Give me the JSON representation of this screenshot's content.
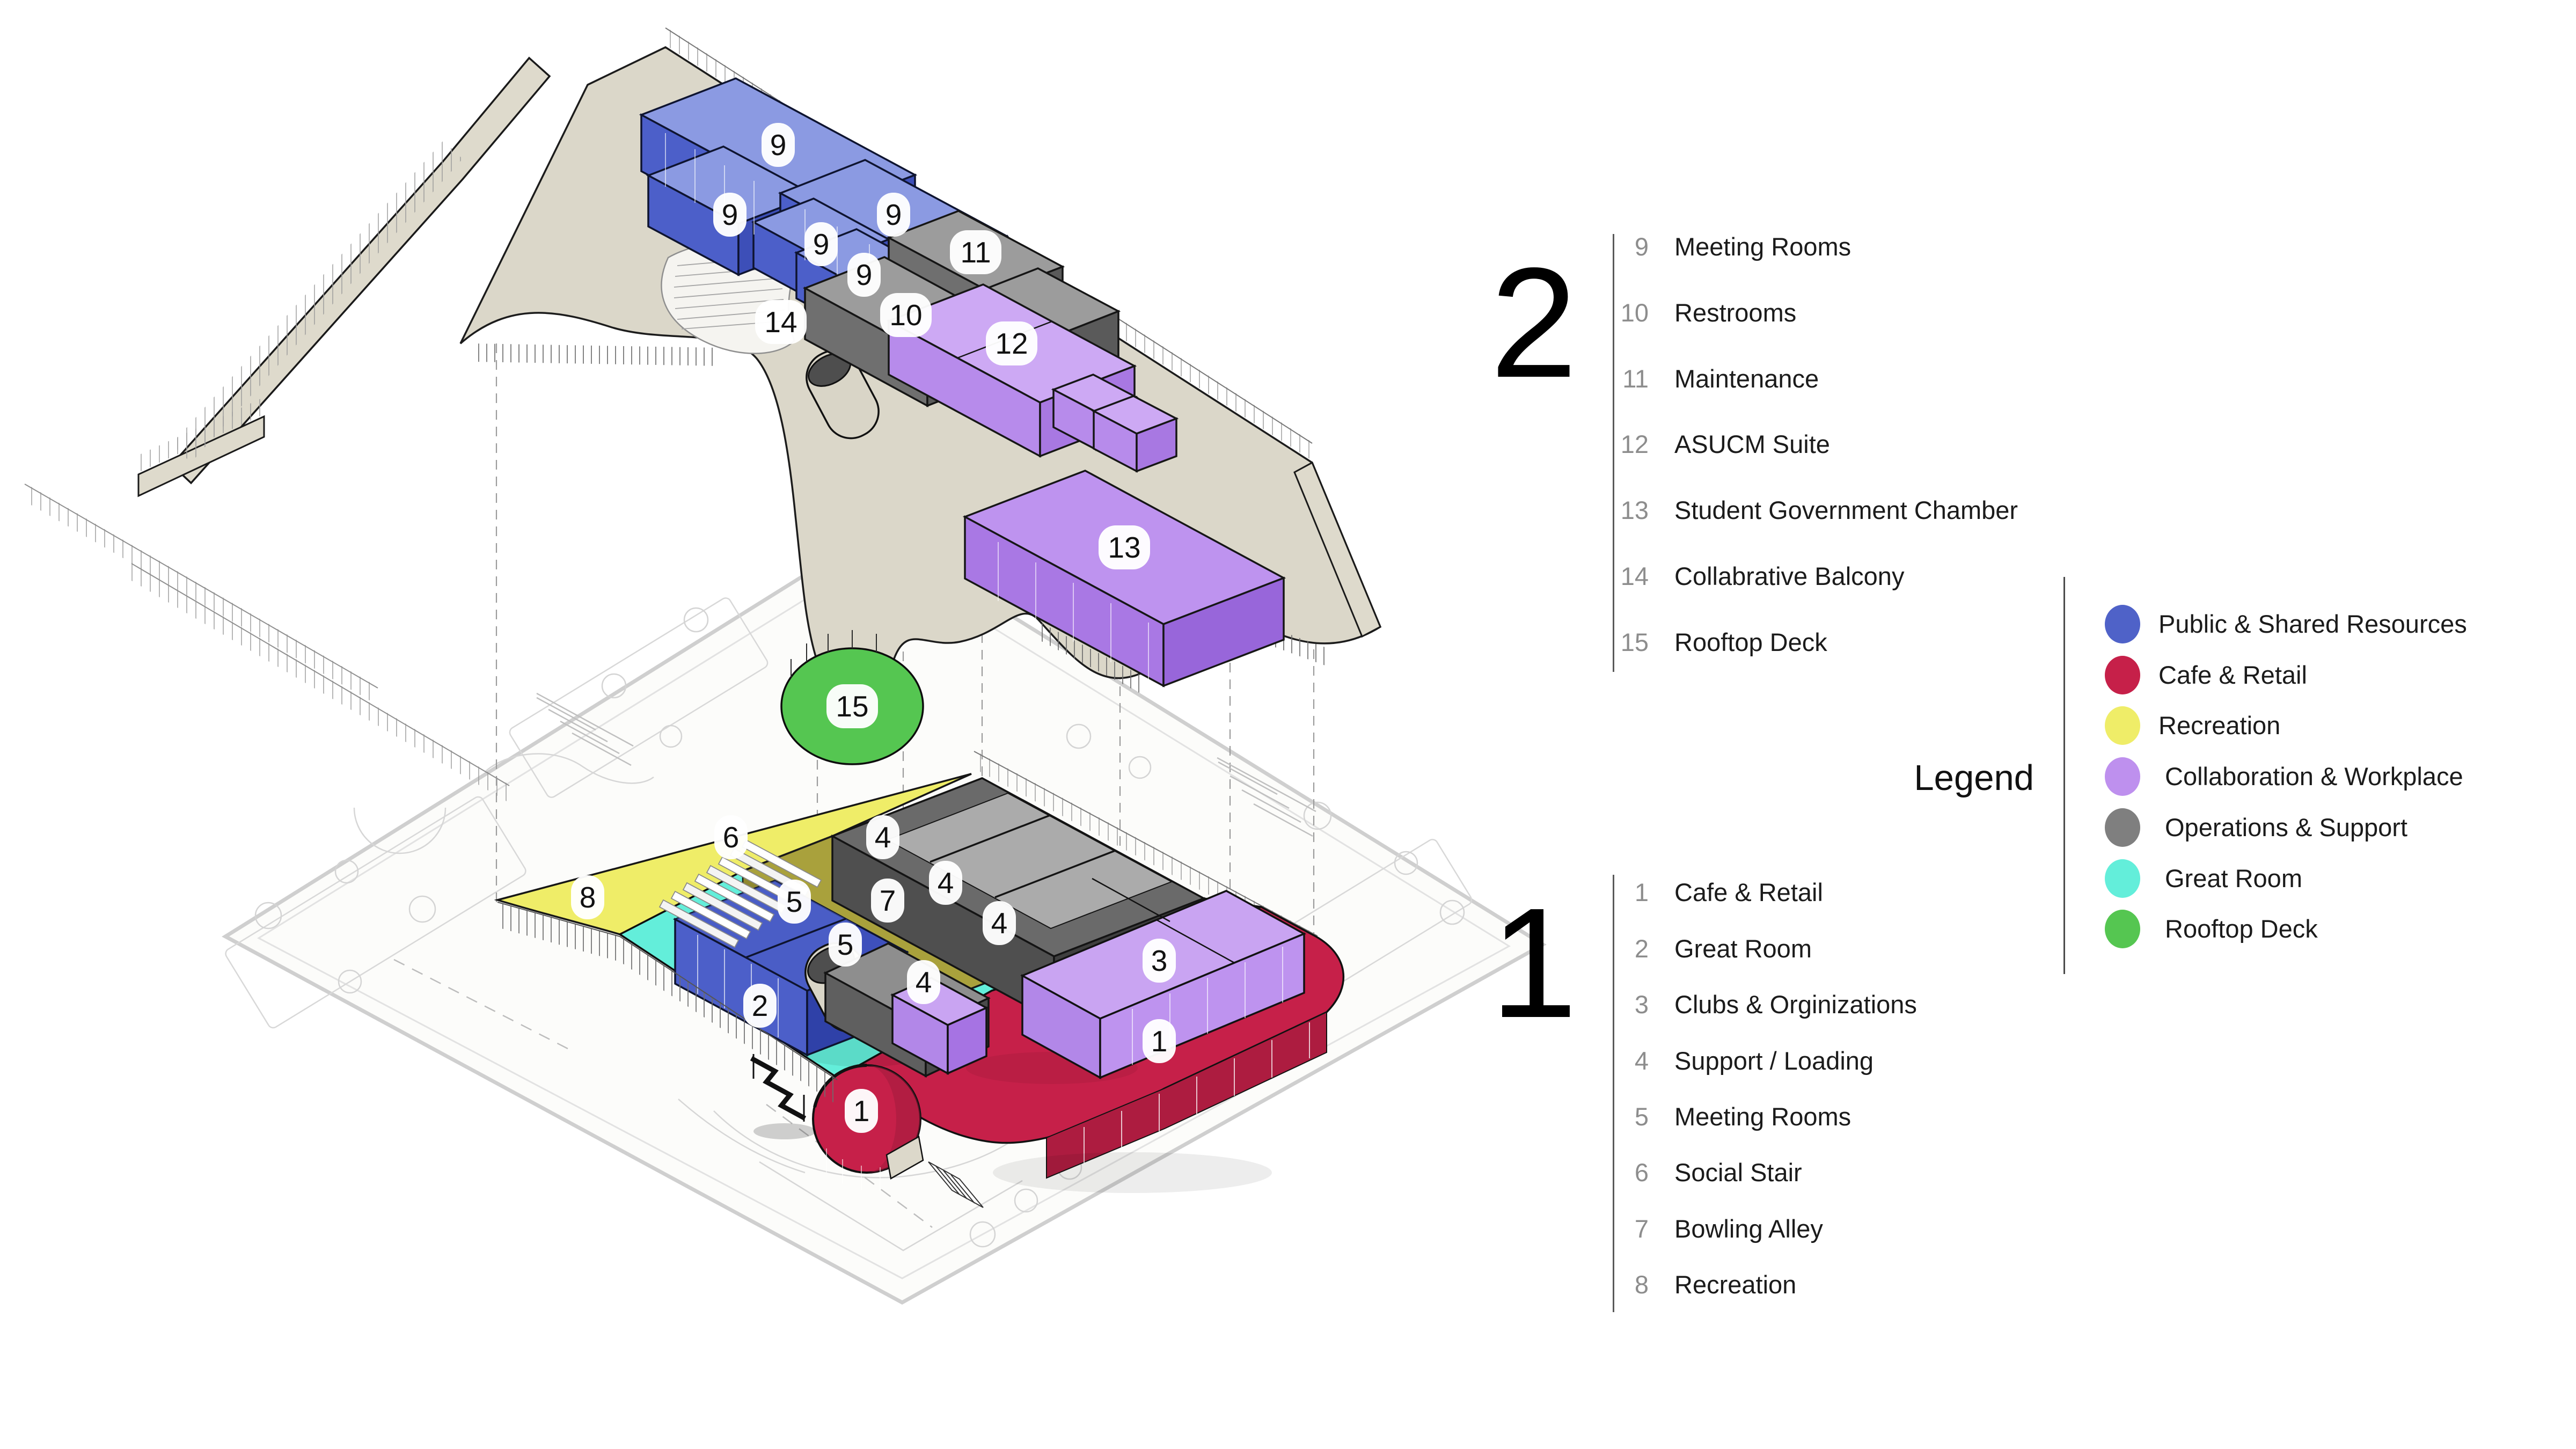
{
  "floor2": {
    "big_label": "2",
    "items": [
      {
        "num": "9",
        "label": "Meeting Rooms"
      },
      {
        "num": "10",
        "label": "Restrooms"
      },
      {
        "num": "11",
        "label": "Maintenance"
      },
      {
        "num": "12",
        "label": "ASUCM Suite"
      },
      {
        "num": "13",
        "label": "Student Government Chamber"
      },
      {
        "num": "14",
        "label": "Collabrative Balcony"
      },
      {
        "num": "15",
        "label": "Rooftop Deck"
      }
    ],
    "bubbles": [
      "9",
      "9",
      "9",
      "9",
      "9",
      "11",
      "10",
      "14",
      "12",
      "13",
      "15"
    ]
  },
  "floor1": {
    "big_label": "1",
    "items": [
      {
        "num": "1",
        "label": "Cafe & Retail"
      },
      {
        "num": "2",
        "label": "Great Room"
      },
      {
        "num": "3",
        "label": "Clubs & Orginizations"
      },
      {
        "num": "4",
        "label": "Support / Loading"
      },
      {
        "num": "5",
        "label": "Meeting Rooms"
      },
      {
        "num": "6",
        "label": "Social Stair"
      },
      {
        "num": "7",
        "label": "Bowling Alley"
      },
      {
        "num": "8",
        "label": "Recreation"
      }
    ],
    "bubbles": [
      "4",
      "4",
      "4",
      "4",
      "6",
      "8",
      "5",
      "5",
      "7",
      "2",
      "3",
      "1",
      "1"
    ]
  },
  "legend": {
    "title": "Legend",
    "entries": [
      {
        "label": "Public & Shared Resources",
        "color": "#4F62C8",
        "swatch_style": "background:#4F62C8"
      },
      {
        "label": "Cafe & Retail",
        "color": "#C62049",
        "swatch_style": "background:#C62049"
      },
      {
        "label": "Recreation",
        "color": "#EFED68",
        "swatch_style": "background:#EFED68"
      },
      {
        "label": "Collaboration & Workplace",
        "color": "#BE90EE",
        "swatch_style": "background:#BE90EE"
      },
      {
        "label": "Operations & Support",
        "color": "#7F7F7F",
        "swatch_style": "background:#7F7F7F"
      },
      {
        "label": "Great Room",
        "color": "#63EEDA",
        "swatch_style": "background:#63EEDA"
      },
      {
        "label": "Rooftop Deck",
        "color": "#55C651",
        "swatch_style": "background:#55C651"
      }
    ]
  },
  "palette": {
    "beige_floor": "#DBD7C9",
    "blue_room": "#4C5FC9",
    "gray_room": "#6E6E6E",
    "purple_room": "#BE90EE",
    "olive_strip": "#A9A13C",
    "cyan_floor": "#63EEDA",
    "yellow_floor": "#EFED68",
    "red_floor": "#C62049",
    "green_deck": "#55C651"
  }
}
